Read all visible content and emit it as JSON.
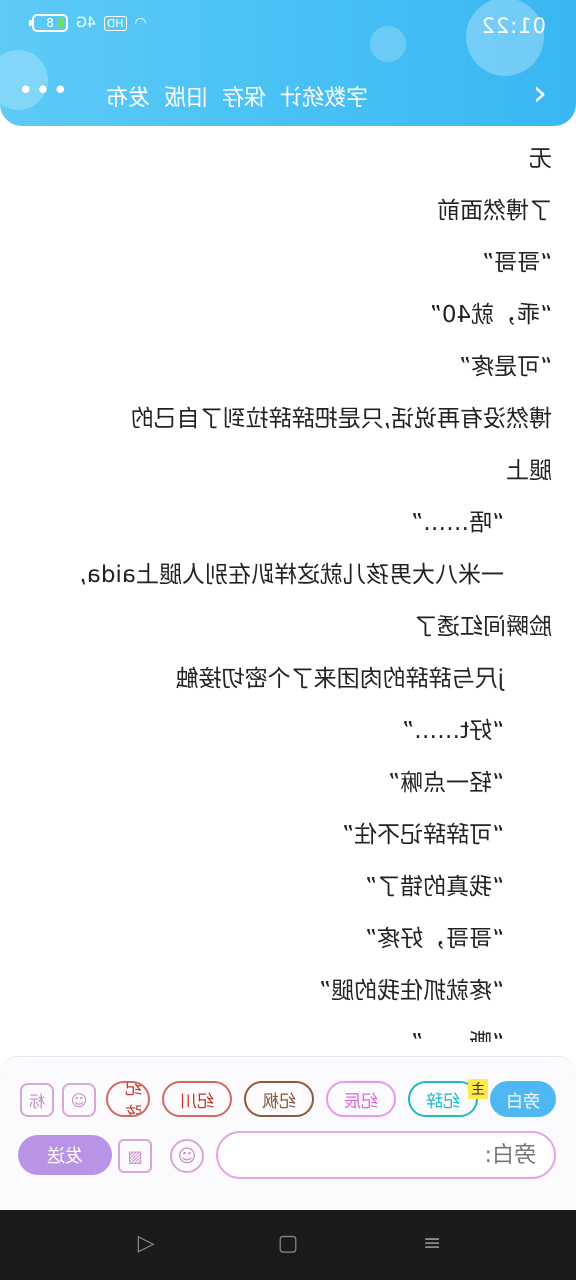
{
  "status_bar": {
    "time": "01:22",
    "battery": "8",
    "hd_badge": "HD",
    "signal": "4G"
  },
  "nav": {
    "items": [
      "字数统计",
      "保存",
      "旧版",
      "发布"
    ],
    "more": "•••"
  },
  "content": {
    "lines": [
      "无",
      "了博然面前",
      "“哥哥”",
      "“乖，就40”",
      "“可是疼”",
      "博然没有再说话,只是把辞辞拉到了自己的",
      "腿上",
      "“唔……”",
      "一米八大男孩儿就这样趴在别人腿上aida,",
      "脸瞬间红透了",
      "j尺与辞辞的肉团来了个密切接触",
      "“好t……”",
      "“轻一点嘛”",
      "“可辞辞记不住”",
      "“我真的错了”",
      "“哥哥，好疼”",
      "“疼就抓住我的腿”",
      "“嘶……”"
    ]
  },
  "roles": {
    "narrator": "旁白",
    "main_tag": "主",
    "characters": [
      "纪辞",
      "纪辰",
      "纪枫",
      "纪川",
      "纪弦"
    ]
  },
  "tools": {
    "tag_label": "标"
  },
  "composer": {
    "placeholder": "旁白:",
    "send_label": "发送"
  },
  "colors": {
    "header": "#4dc3f5",
    "narrator_chip": "#4fb7f2",
    "send_button": "#b993e6",
    "main_tag": "#ffe94a"
  }
}
